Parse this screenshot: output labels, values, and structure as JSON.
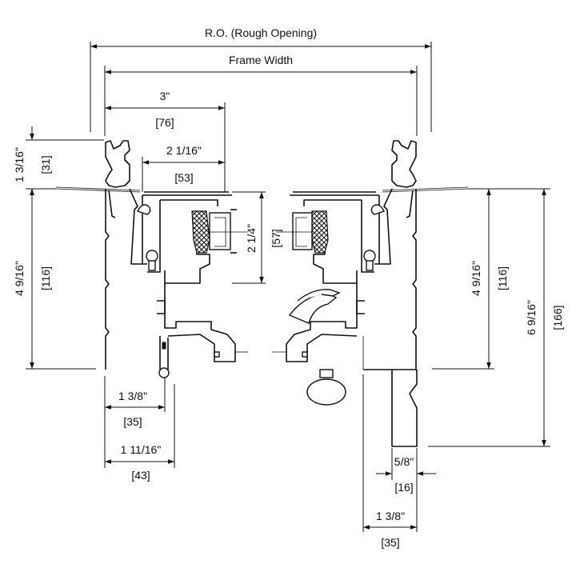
{
  "labels": {
    "rough_opening": "R.O. (Rough Opening)",
    "frame_width": "Frame Width",
    "dim_3in": "3\"",
    "dim_3in_mm": "[76]",
    "dim_2_1_16": "2 1/16\"",
    "dim_2_1_16_mm": "[53]",
    "dim_1_3_16": "1 3/16\"",
    "dim_1_3_16_mm": "[31]",
    "dim_4_9_16_left": "4 9/16\"",
    "dim_116_left": "[116]",
    "dim_2_1_4": "2 1/4\"",
    "dim_57": "[57]",
    "dim_4_9_16_right": "4 9/16\"",
    "dim_116_right": "[116]",
    "dim_6_9_16": "6 9/16\"",
    "dim_166": "[166]",
    "dim_1_3_8_left": "1 3/8\"",
    "dim_35_left": "[35]",
    "dim_1_11_16": "1 11/16\"",
    "dim_43": "[43]",
    "dim_5_8": "5/8\"",
    "dim_16": "[16]",
    "dim_1_3_8_right": "1 3/8\"",
    "dim_35_right": "[35]"
  },
  "colors": {
    "line": "#111111",
    "background": "#ffffff"
  }
}
